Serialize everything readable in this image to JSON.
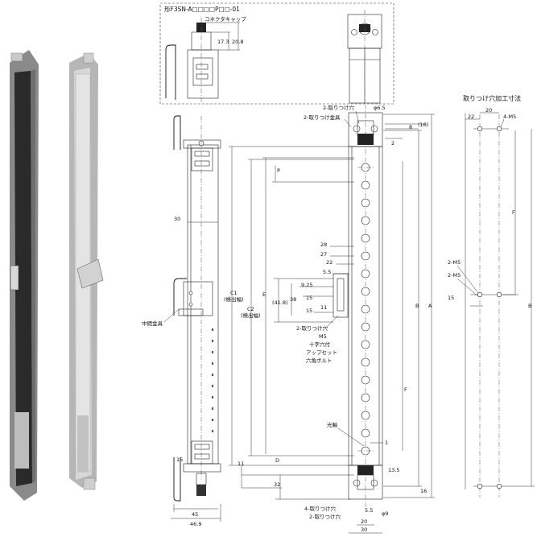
{
  "title": "形F3SN-A□□□□P□□-01",
  "connector_cap": "コネクタキャップ",
  "connector_dims": [
    "17.3",
    "20.8"
  ],
  "mount_bracket_top": "2-取りつけ穴",
  "mount_bracket": "2-取りつけ金具",
  "hole_dia": "φ6.5",
  "dims_top": [
    "(16)",
    "8",
    "2"
  ],
  "mid_bracket": "中間金具",
  "width_30": "30",
  "c1_label": [
    "C1",
    "(検出幅)"
  ],
  "c2_label": [
    "C2",
    "(検出幅)"
  ],
  "p_label": "P",
  "e_label": "E",
  "b_label": "B",
  "a_label": "A",
  "f_label": "F",
  "d_label": "D",
  "mid_dims": [
    "28",
    "27",
    "22",
    "5.5",
    "9.25",
    "15",
    "(41.8)",
    "38",
    "15",
    "11"
  ],
  "mid_holes": "2-取りつけ穴",
  "bolt": [
    "M5",
    "十字穴付",
    "アップセット",
    "六角ボルト"
  ],
  "optical_axis": "光軸",
  "axis_no": "1",
  "bottom_dims": [
    "15",
    "11",
    "32",
    "13.5",
    "16"
  ],
  "bottom_width": [
    "45",
    "46.9"
  ],
  "bottom_holes": [
    "4-取りつけ穴",
    "2-取りつけ穴"
  ],
  "bottom_sizes": [
    "5.5",
    "φ9",
    "20",
    "30"
  ],
  "hole_dims_title": "取りつけ穴加工寸法",
  "hole_dims": {
    "w20": "20",
    "w22": "22",
    "m5_4": "4-M5",
    "m5_a": "2-M5",
    "m5_b": "2-M5",
    "v15": "15",
    "F": "F",
    "B": "B"
  }
}
